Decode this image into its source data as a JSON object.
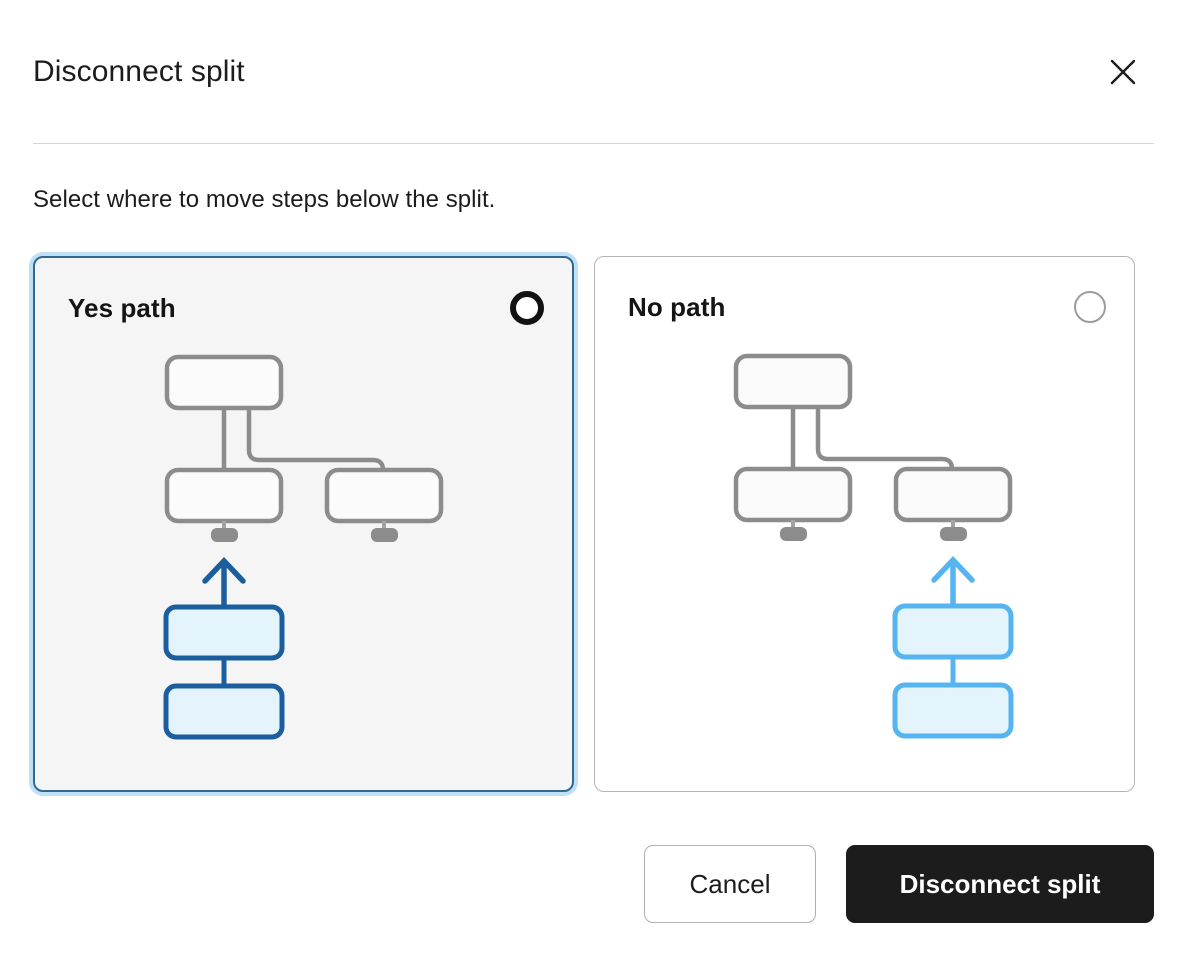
{
  "dialog": {
    "title": "Disconnect split",
    "close_icon": "close-icon",
    "subtitle": "Select where to move steps below the split."
  },
  "options": [
    {
      "id": "yes-path",
      "label": "Yes path",
      "selected": true,
      "radio_state": "selected",
      "diagram": {
        "type": "flow-tree",
        "branch_highlighted": "left",
        "existing_step_color": "#8c8c8c",
        "moved_step_border_color": "#1b5e9e",
        "moved_step_fill_color": "#e3f4fd",
        "arrow_color": "#1b5e9e",
        "existing_nodes": 3,
        "moved_nodes": 2
      }
    },
    {
      "id": "no-path",
      "label": "No path",
      "selected": false,
      "radio_state": "unselected",
      "diagram": {
        "type": "flow-tree",
        "branch_highlighted": "right",
        "existing_step_color": "#8c8c8c",
        "moved_step_border_color": "#56b5f0",
        "moved_step_fill_color": "#e3f4fd",
        "arrow_color": "#56b5f0",
        "existing_nodes": 3,
        "moved_nodes": 2
      }
    }
  ],
  "footer": {
    "cancel_label": "Cancel",
    "confirm_label": "Disconnect split"
  },
  "colors": {
    "selected_card_border": "#31688f",
    "selected_card_glow": "#bfe0f5",
    "selected_card_background": "#f5f5f5",
    "card_border": "#b4b4b4",
    "primary_button_background": "#1c1c1c",
    "text": "#1c1c1c"
  }
}
